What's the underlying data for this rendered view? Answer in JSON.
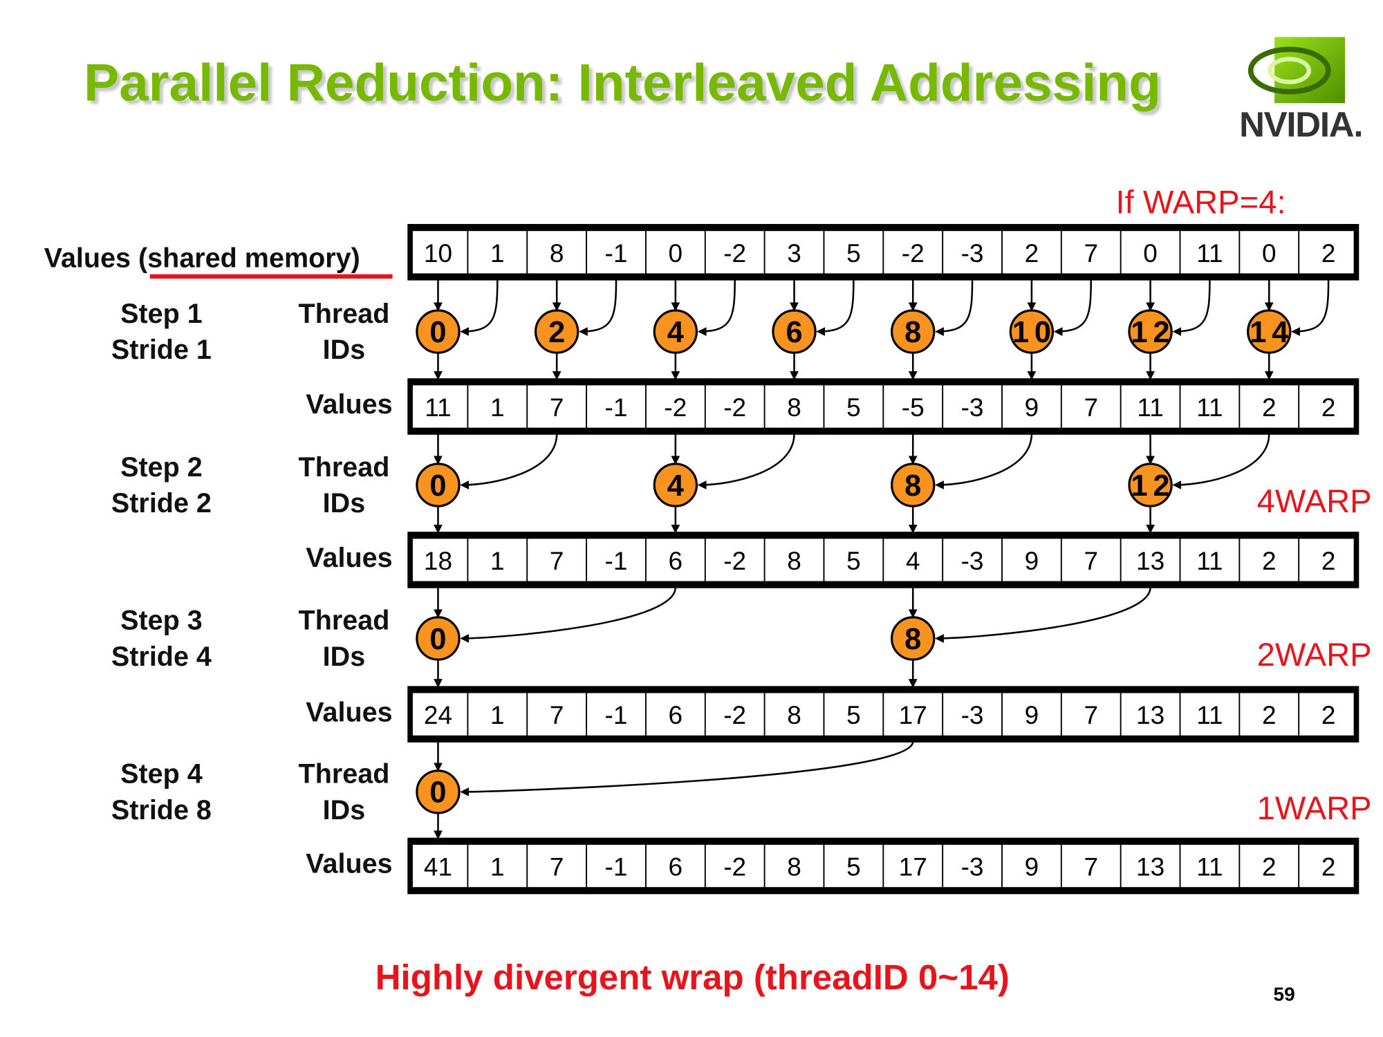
{
  "title": "Parallel Reduction: Interleaved Addressing",
  "logo": {
    "text": "NVIDIA."
  },
  "warp_note": "If WARP=4:",
  "initial_label": "Values (shared memory)",
  "values_label": "Values",
  "thread_label_1": "Thread",
  "thread_label_2": "IDs",
  "arrays": [
    [
      "10",
      "1",
      "8",
      "-1",
      "0",
      "-2",
      "3",
      "5",
      "-2",
      "-3",
      "2",
      "7",
      "0",
      "11",
      "0",
      "2"
    ],
    [
      "11",
      "1",
      "7",
      "-1",
      "-2",
      "-2",
      "8",
      "5",
      "-5",
      "-3",
      "9",
      "7",
      "11",
      "11",
      "2",
      "2"
    ],
    [
      "18",
      "1",
      "7",
      "-1",
      "6",
      "-2",
      "8",
      "5",
      "4",
      "-3",
      "9",
      "7",
      "13",
      "11",
      "2",
      "2"
    ],
    [
      "24",
      "1",
      "7",
      "-1",
      "6",
      "-2",
      "8",
      "5",
      "17",
      "-3",
      "9",
      "7",
      "13",
      "11",
      "2",
      "2"
    ],
    [
      "41",
      "1",
      "7",
      "-1",
      "6",
      "-2",
      "8",
      "5",
      "17",
      "-3",
      "9",
      "7",
      "13",
      "11",
      "2",
      "2"
    ]
  ],
  "steps": [
    {
      "step": "Step 1",
      "stride_label": "Stride 1",
      "stride": 1,
      "thread_ids": [
        "0",
        "2",
        "4",
        "6",
        "8",
        "10",
        "12",
        "14"
      ],
      "warp_note": ""
    },
    {
      "step": "Step 2",
      "stride_label": "Stride 2",
      "stride": 2,
      "thread_ids": [
        "0",
        "4",
        "8",
        "12"
      ],
      "warp_note": "4WARP"
    },
    {
      "step": "Step 3",
      "stride_label": "Stride 4",
      "stride": 4,
      "thread_ids": [
        "0",
        "8"
      ],
      "warp_note": "2WARP"
    },
    {
      "step": "Step 4",
      "stride_label": "Stride 8",
      "stride": 8,
      "thread_ids": [
        "0"
      ],
      "warp_note": "1WARP"
    }
  ],
  "footer": "Highly divergent wrap (threadID 0~14)",
  "page_number": "59",
  "colors": {
    "title": "#76b900",
    "accent": "#e8141c",
    "circle": "#f7931e"
  }
}
